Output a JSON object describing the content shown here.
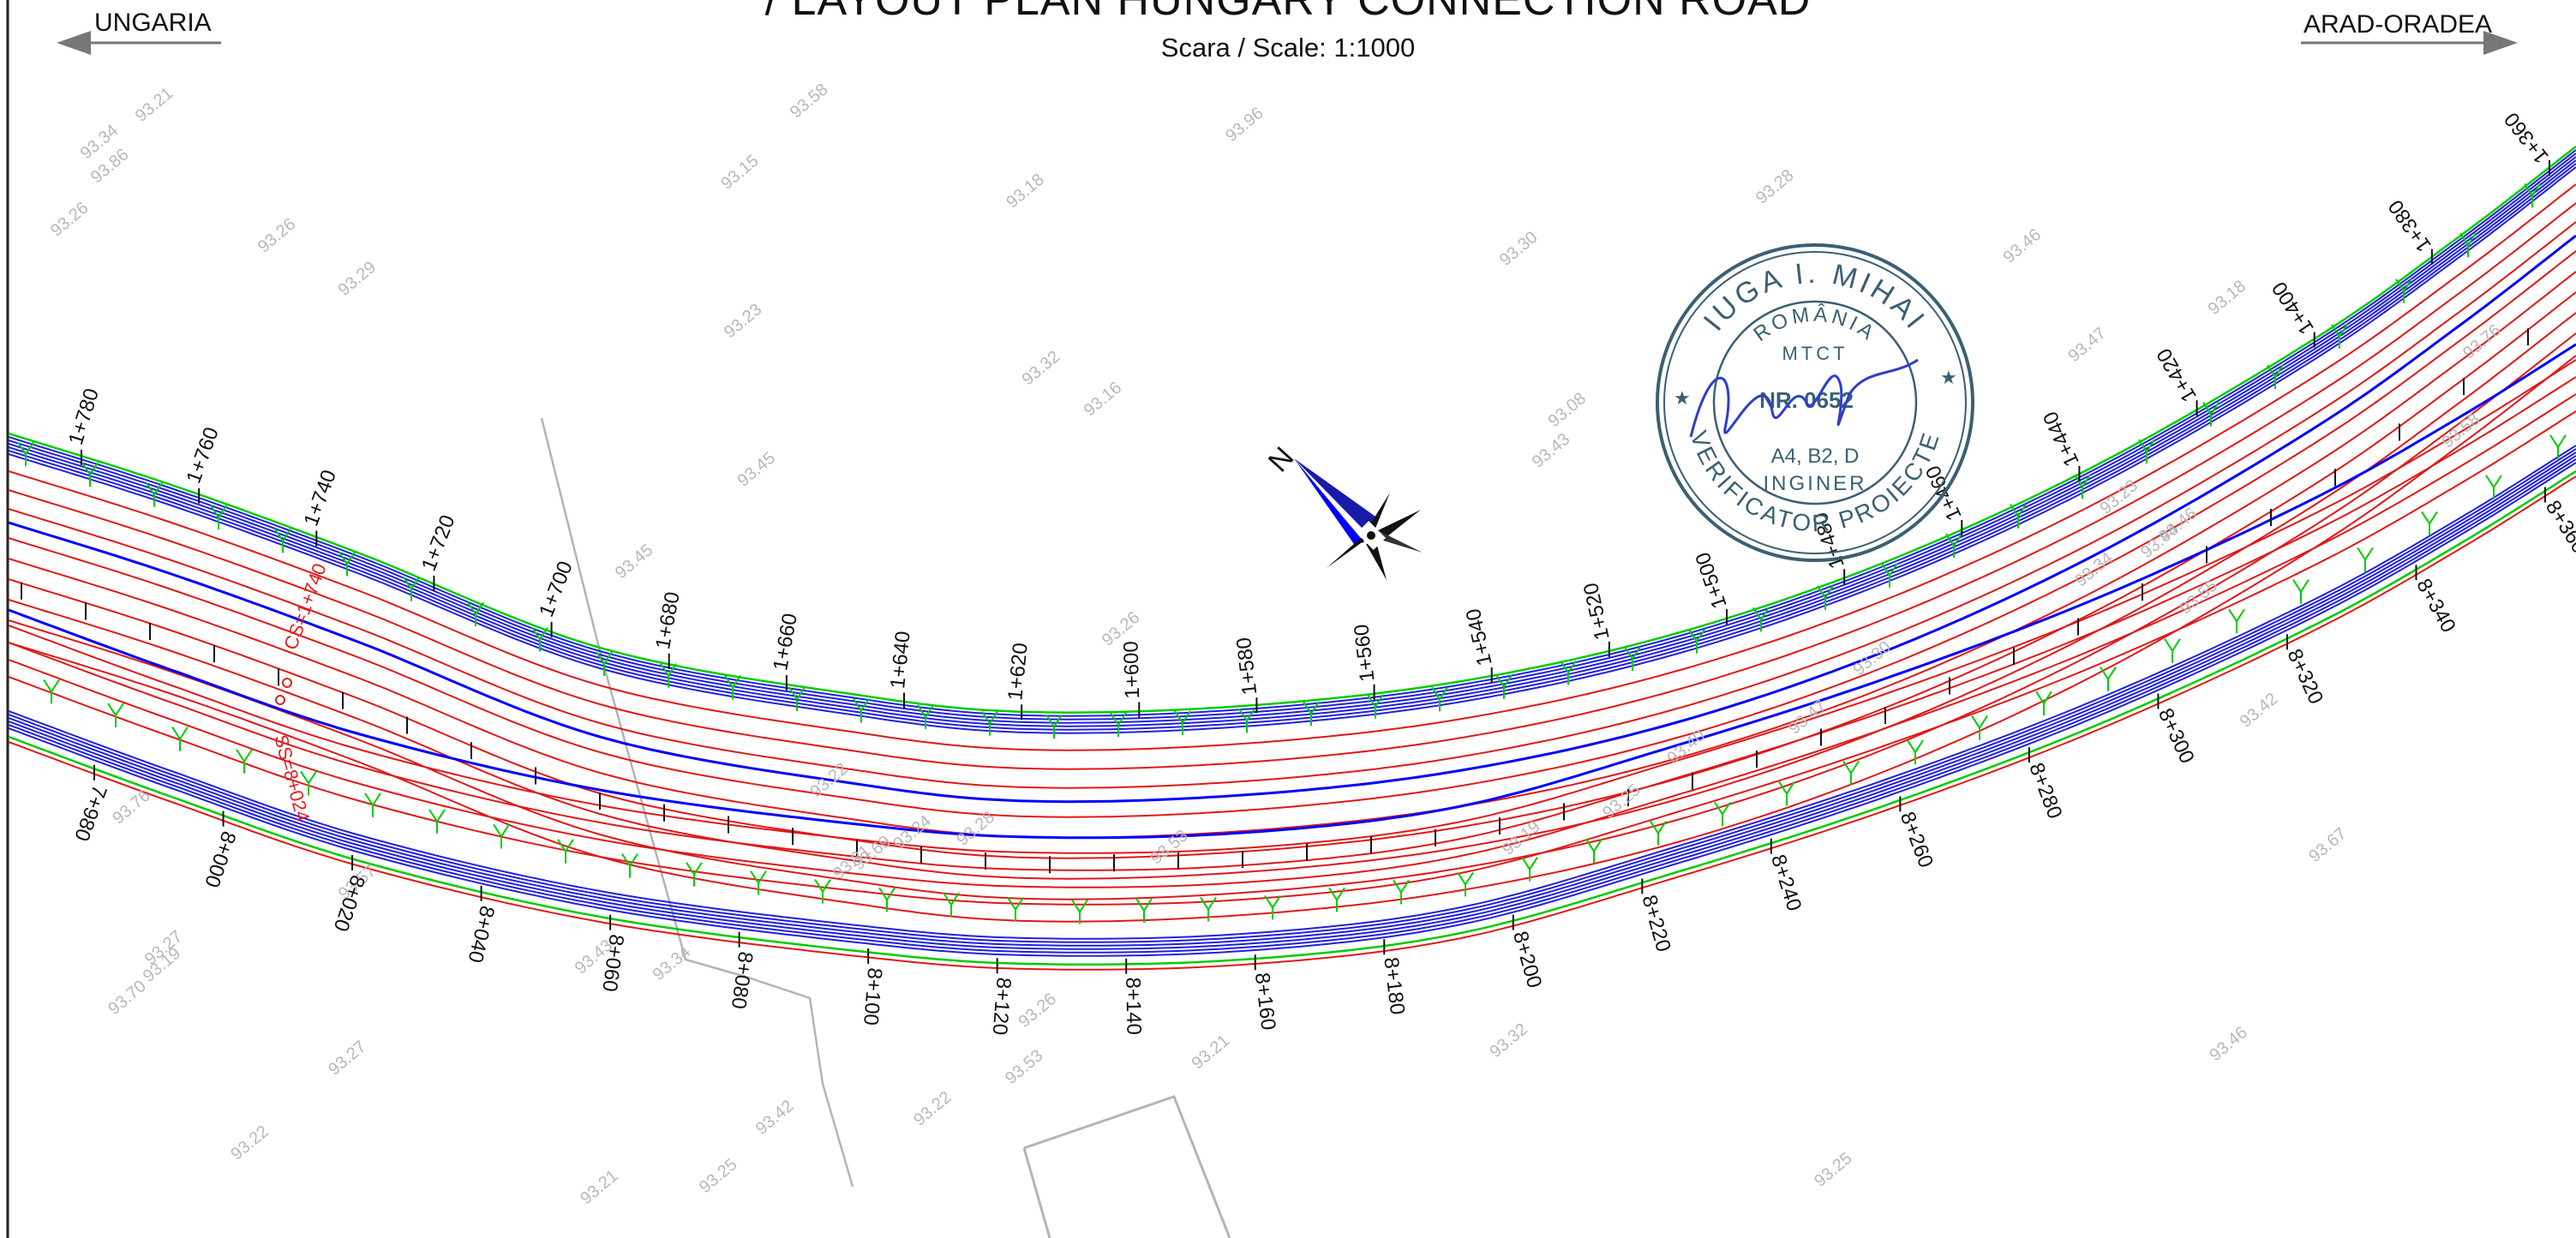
{
  "header": {
    "title": "/ LAYOUT PLAN HUNGARY CONNECTION ROAD",
    "scale": "Scara / Scale: 1:1000"
  },
  "directions": {
    "left": "UNGARIA",
    "right": "ARAD-ORADEA"
  },
  "stamp": {
    "name": "IUGA I. MIHAI",
    "country": "ROMÂNIA",
    "ministry": "MTCT",
    "number": "NR. 0652",
    "categories": "A4, B2, D",
    "role": "INGINER",
    "title": "VERIFICATOR PROIECTE"
  },
  "north_label": "N",
  "annotations": {
    "start_upper": "CS=1+740",
    "start_lower": "SS=8+024"
  },
  "chainage_upper": [
    "1+780",
    "1+760",
    "1+740",
    "1+720",
    "1+700",
    "1+680",
    "1+660",
    "1+640",
    "1+620",
    "1+600",
    "1+580",
    "1+560",
    "1+540",
    "1+520",
    "1+500",
    "1+480",
    "1+460",
    "1+440",
    "1+420",
    "1+400",
    "1+380",
    "1+360"
  ],
  "chainage_lower": [
    "7+980",
    "8+000",
    "8+020",
    "8+040",
    "8+060",
    "8+080",
    "8+100",
    "8+120",
    "8+140",
    "8+160",
    "8+180",
    "8+200",
    "8+220",
    "8+240",
    "8+260",
    "8+280",
    "8+300",
    "8+320",
    "8+340",
    "8+360"
  ],
  "spot_levels": [
    "93.42",
    "93.26",
    "93.28",
    "93.45",
    "93.32",
    "93.45",
    "93.58",
    "93.18",
    "93.16",
    "93.22",
    "93.26",
    "93.27",
    "93.25",
    "93.23",
    "93.53",
    "93.18",
    "93.28",
    "93.25",
    "93.46",
    "93.19",
    "93.15",
    "93.24",
    "93.21",
    "93.22",
    "93.19",
    "93.34",
    "93.22",
    "93.43",
    "93.40",
    "93.47",
    "93.57",
    "93.58",
    "93.46",
    "93.26",
    "93.34",
    "93.34",
    "93.27",
    "93.21",
    "93.26",
    "93.47",
    "93.42",
    "93.30",
    "93.76",
    "93.86",
    "93.76",
    "93.69",
    "93.96",
    "93.44",
    "93.46",
    "93.67",
    "93.53",
    "93.55",
    "93.32",
    "93.70",
    "93.43",
    "93.30",
    "93.23",
    "93.31",
    "93.08",
    "93.29",
    "93.25",
    "93.21"
  ]
}
